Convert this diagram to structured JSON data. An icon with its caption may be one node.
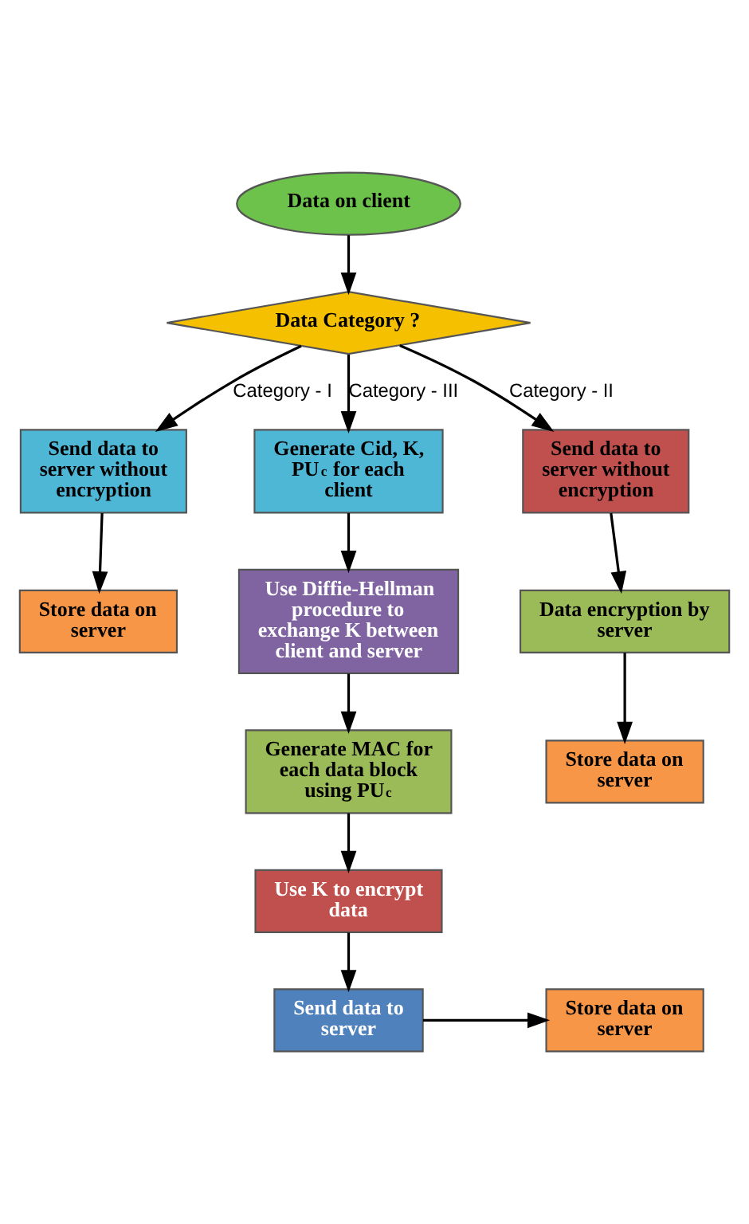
{
  "diagram": {
    "nodes": [
      {
        "text": [
          "Data on client"
        ]
      },
      {
        "text": [
          "Data Category ?"
        ]
      },
      {
        "text": [
          "Send data to server without encryption"
        ]
      },
      {
        "text": [
          "Store data on server"
        ]
      },
      {
        "text": [
          "Generate Cid, K, PU$_{c}$ for each client"
        ]
      },
      {
        "text": [
          "Use Diffie-Hellman procedure to exchange K between client and server"
        ]
      },
      {
        "text": [
          "Generate MAC for each data block using PU$_{c}$"
        ]
      },
      {
        "text": [
          "Use K to encrypt data"
        ]
      },
      {
        "text": [
          "Send data to server"
        ]
      },
      {
        "text": [
          "Store data on server"
        ]
      },
      {
        "text": [
          "Send data to server without encryption"
        ]
      },
      {
        "text": [
          "Data encryption by server"
        ]
      },
      {
        "text": [
          "Store data on server"
        ]
      }
    ],
    "edges": [
      {
        "from": 0,
        "to": 1,
        "arrow": "to"
      },
      {
        "from": 1,
        "to": 2,
        "arrow": "to",
        "label": "Category - I"
      },
      {
        "from": 2,
        "to": 3,
        "arrow": "to"
      },
      {
        "from": 1,
        "to": 4,
        "arrow": "to",
        "label": "Category - III"
      },
      {
        "from": 4,
        "to": 5,
        "arrow": "to"
      },
      {
        "from": 5,
        "to": 6,
        "arrow": "to"
      },
      {
        "from": 6,
        "to": 7,
        "arrow": "to"
      },
      {
        "from": 7,
        "to": 8,
        "arrow": "to"
      },
      {
        "from": 8,
        "to": 9,
        "arrow": "to"
      },
      {
        "from": 1,
        "to": 10,
        "arrow": "to",
        "label": "Category - II"
      },
      {
        "from": 10,
        "to": 11,
        "arrow": "to"
      },
      {
        "from": 11,
        "to": 12,
        "arrow": "to"
      }
    ]
  }
}
